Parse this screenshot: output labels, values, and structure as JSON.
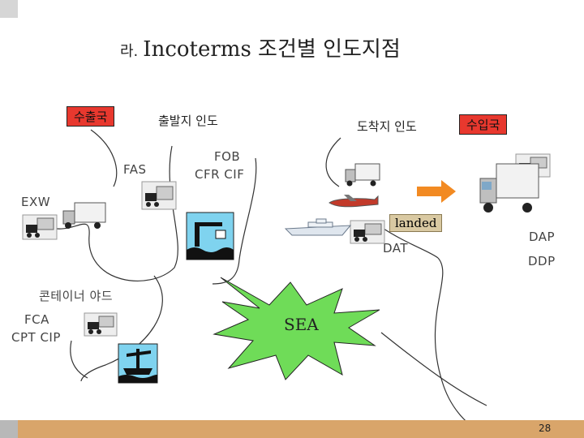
{
  "title": {
    "prefix": "라.",
    "text": "Incoterms 조건별 인도지점"
  },
  "labels": {
    "export_country": "수출국",
    "departure_delivery": "출발지 인도",
    "arrival_delivery": "도착지 인도",
    "import_country": "수입국",
    "fas": "FAS",
    "fob": "FOB",
    "cfr_cif": "CFR CIF",
    "exw": "EXW",
    "landed": "landed",
    "dat": "DAT",
    "dap": "DAP",
    "ddp": "DDP",
    "container_yard": "콘테이너 야드",
    "fca": "FCA",
    "cpt_cip": "CPT CIP",
    "sea": "SEA"
  },
  "page_number": "28",
  "colors": {
    "red_box": "#e8382e",
    "sea_burst": "#6fdc58",
    "bottom_bar": "#d9a56a",
    "landed_box": "#d9c9a2"
  },
  "icons": [
    "forklift-icon",
    "truck-icon",
    "crane-port-icon",
    "ship-icon",
    "airplane-icon",
    "right-arrow-icon",
    "sea-burst"
  ]
}
